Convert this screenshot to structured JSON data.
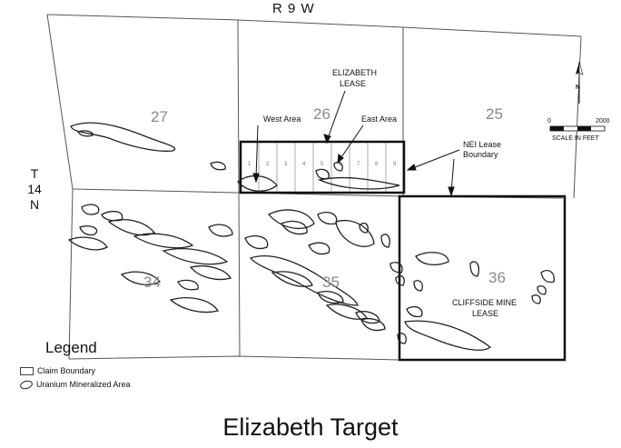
{
  "map": {
    "range_label": "R 9 W",
    "township_label": [
      "T",
      "14",
      "N"
    ],
    "sections": [
      "27",
      "26",
      "25",
      "34",
      "35",
      "36"
    ],
    "annotations": {
      "elizabeth_lease": [
        "ELIZABETH",
        "LEASE"
      ],
      "west_area": "West Area",
      "east_area": "East Area",
      "nei_lease": [
        "NEI Lease",
        "Boundary"
      ],
      "cliffside": [
        "CLIFFSIDE MINE",
        "LEASE"
      ]
    },
    "claim_numbers": [
      "1",
      "2",
      "3",
      "4",
      "5",
      "6",
      "7",
      "8",
      "9"
    ],
    "scale": {
      "zero": "0",
      "max": "2000",
      "caption": "SCALE IN FEET"
    },
    "north_label": "N"
  },
  "legend": {
    "title": "Legend",
    "claim_boundary": "Claim Boundary",
    "uranium_area": "Uranium Mineralized Area"
  },
  "caption": "Elizabeth Target"
}
